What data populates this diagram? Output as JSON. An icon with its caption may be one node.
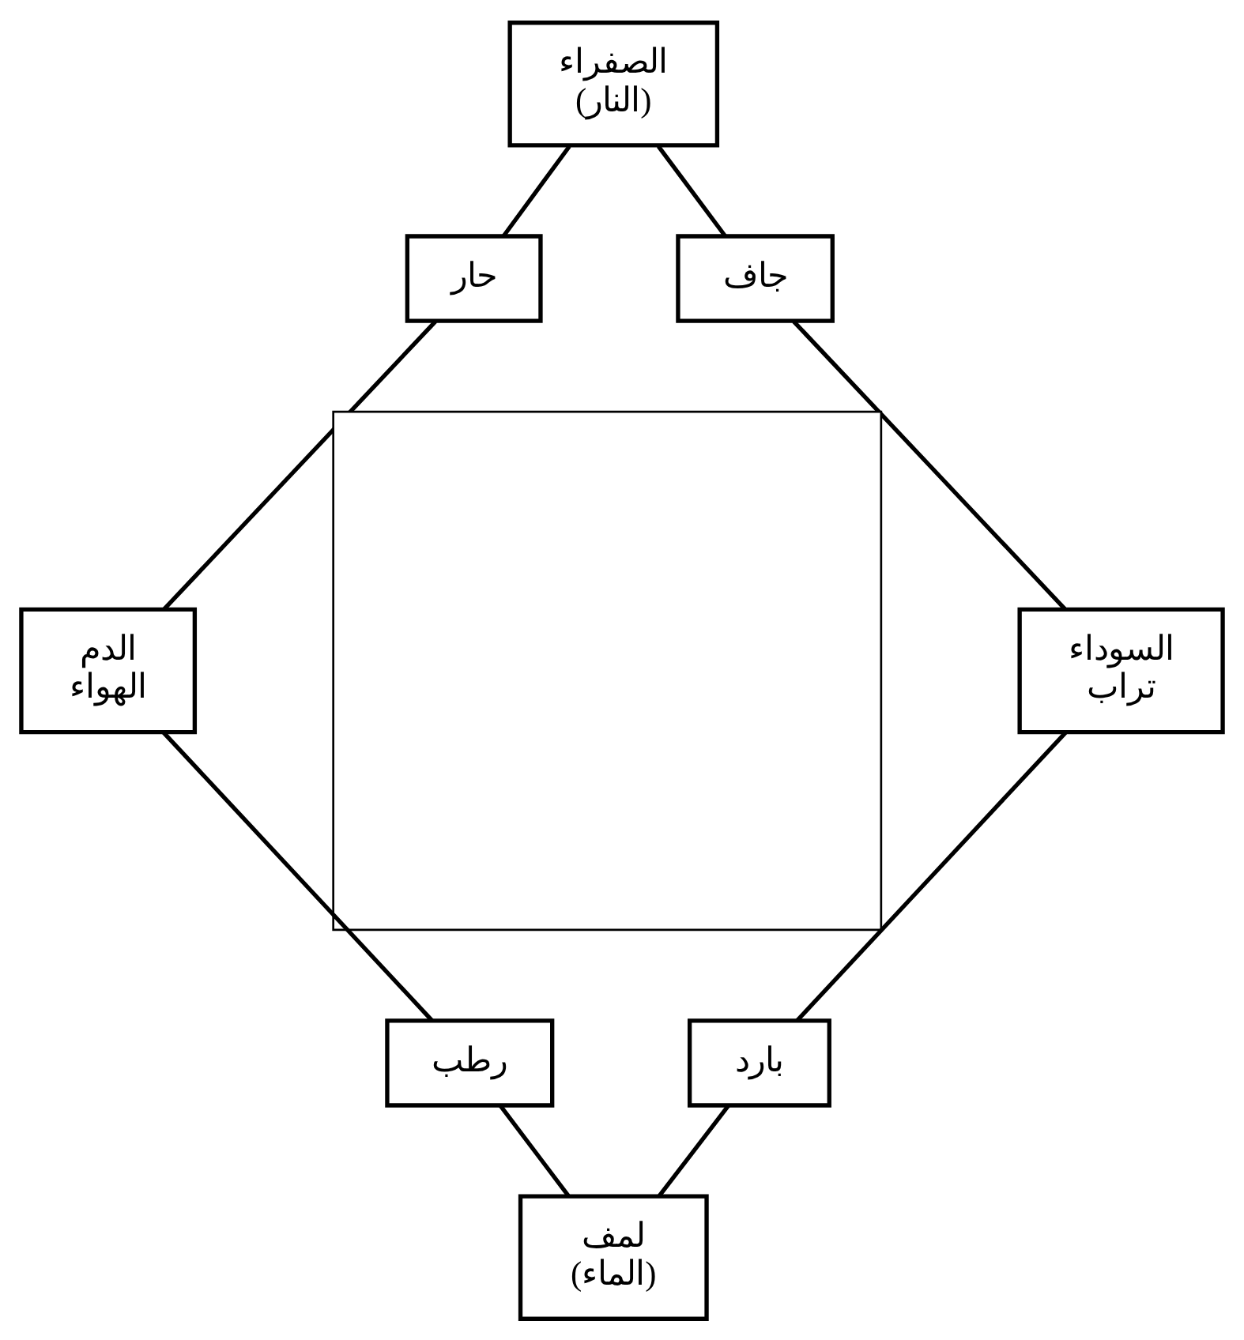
{
  "diagram": {
    "nodes": [
      {
        "text": [
          "الصفراء",
          "(النار)"
        ]
      },
      {
        "text": [
          "حار"
        ]
      },
      {
        "text": [
          "جاف"
        ]
      },
      {
        "text": [
          "الدم",
          "الهواء"
        ]
      },
      {
        "text": [],
        "shape": "box"
      },
      {
        "text": [
          "السوداء",
          "تراب"
        ]
      },
      {
        "text": [
          "رطب"
        ]
      },
      {
        "text": [
          "بارد"
        ]
      },
      {
        "text": [
          "لمف",
          "(الماء)"
        ]
      }
    ],
    "edges": [
      {
        "from": 0,
        "to": 1,
        "arrow": "none"
      },
      {
        "from": 0,
        "to": 2,
        "arrow": "none"
      },
      {
        "from": 1,
        "to": 3,
        "arrow": "none"
      },
      {
        "from": 2,
        "to": 5,
        "arrow": "none"
      },
      {
        "from": 3,
        "to": 6,
        "arrow": "none"
      },
      {
        "from": 5,
        "to": 7,
        "arrow": "none"
      },
      {
        "from": 6,
        "to": 8,
        "arrow": "none"
      },
      {
        "from": 7,
        "to": 8,
        "arrow": "none"
      }
    ]
  }
}
